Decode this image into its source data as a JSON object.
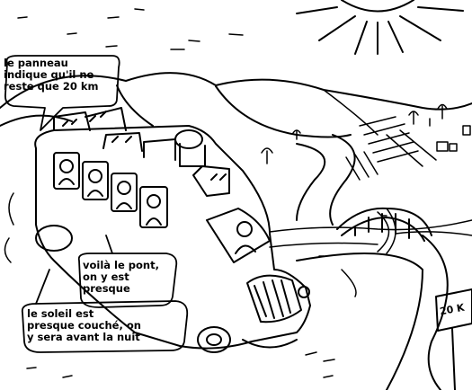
{
  "colors": {
    "ink": "#000000",
    "paper": "#ffffff"
  },
  "speech_bubbles": [
    {
      "id": "panel-sign",
      "text": "le panneau\nindique qu'il ne\nreste que 20 km"
    },
    {
      "id": "bridge",
      "text": "voilà le pont,\non y est\npresque"
    },
    {
      "id": "sunset",
      "text": "le soleil est\npresque couché, on\ny sera avant la nuit"
    }
  ],
  "road_sign": {
    "text": "20 K"
  },
  "icons": [
    "sun-icon",
    "bus-icon",
    "bridge-icon",
    "road-sign-icon",
    "tree-icon",
    "house-icon"
  ]
}
